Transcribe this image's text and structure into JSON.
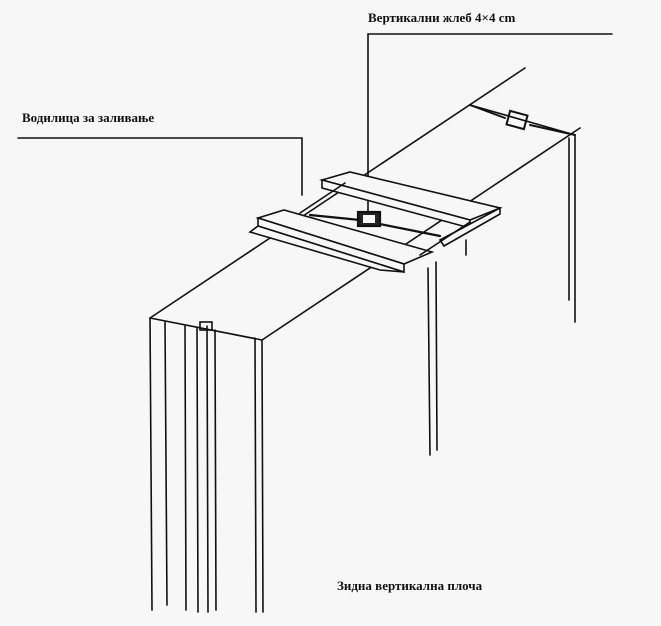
{
  "labels": {
    "pouring_guide": "Водилица за заливање",
    "vertical_groove": "Вертикални жлеб 4×4 cm",
    "wall_panel": "Зидна вертикална плоча"
  }
}
